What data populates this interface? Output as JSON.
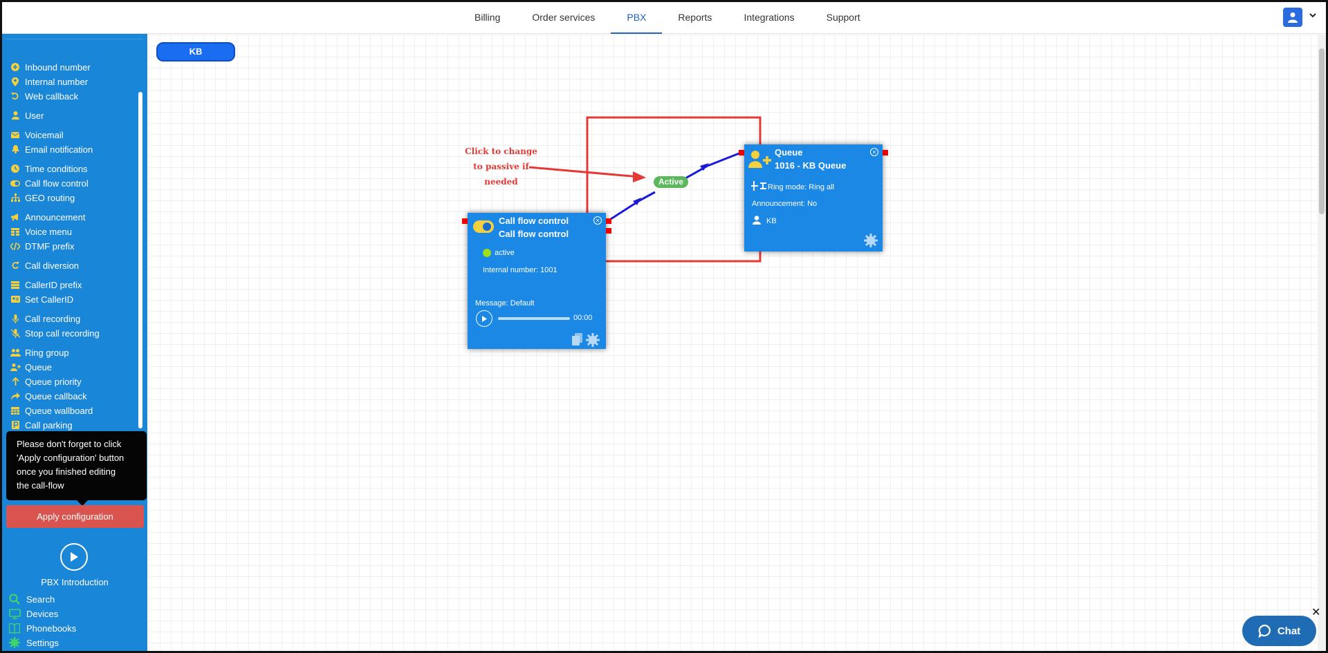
{
  "nav": {
    "items": [
      {
        "label": "Billing",
        "active": false
      },
      {
        "label": "Order services",
        "active": false
      },
      {
        "label": "PBX",
        "active": true
      },
      {
        "label": "Reports",
        "active": false
      },
      {
        "label": "Integrations",
        "active": false
      },
      {
        "label": "Support",
        "active": false
      }
    ],
    "user_icon": "user-icon",
    "menu_chevron": "chevron-down-icon"
  },
  "sidebar": {
    "items": [
      {
        "label": "Inbound number",
        "icon": "plus-circle-icon"
      },
      {
        "label": "Internal number",
        "icon": "map-pin-icon"
      },
      {
        "label": "Web callback",
        "icon": "undo-icon"
      },
      {
        "label": "User",
        "icon": "user-icon"
      },
      {
        "label": "Voicemail",
        "icon": "envelope-icon"
      },
      {
        "label": "Email notification",
        "icon": "bell-icon"
      },
      {
        "label": "Time conditions",
        "icon": "clock-icon"
      },
      {
        "label": "Call flow control",
        "icon": "toggle-icon"
      },
      {
        "label": "GEO routing",
        "icon": "sitemap-icon"
      },
      {
        "label": "Announcement",
        "icon": "megaphone-icon"
      },
      {
        "label": "Voice menu",
        "icon": "grid-icon"
      },
      {
        "label": "DTMF prefix",
        "icon": "code-icon"
      },
      {
        "label": "Call diversion",
        "icon": "redo-icon"
      },
      {
        "label": "CallerID prefix",
        "icon": "list-icon"
      },
      {
        "label": "Set CallerID",
        "icon": "id-card-icon"
      },
      {
        "label": "Call recording",
        "icon": "microphone-icon"
      },
      {
        "label": "Stop call recording",
        "icon": "microphone-slash-icon"
      },
      {
        "label": "Ring group",
        "icon": "users-icon"
      },
      {
        "label": "Queue",
        "icon": "user-plus-icon"
      },
      {
        "label": "Queue priority",
        "icon": "arrow-up-icon"
      },
      {
        "label": "Queue callback",
        "icon": "share-icon"
      },
      {
        "label": "Queue wallboard",
        "icon": "table-icon"
      },
      {
        "label": "Call parking",
        "icon": "parking-icon"
      }
    ],
    "tooltip": [
      "Please don't forget to click",
      "'Apply configuration' button",
      "once you finished editing",
      "the call-flow"
    ],
    "apply_label": "Apply configuration",
    "intro_label": "PBX Introduction",
    "bottom_items": [
      {
        "label": "Search",
        "icon": "search-icon"
      },
      {
        "label": "Devices",
        "icon": "monitor-icon"
      },
      {
        "label": "Phonebooks",
        "icon": "book-icon"
      },
      {
        "label": "Settings",
        "icon": "gear-icon"
      }
    ],
    "accent": "#f4d03f",
    "bottom_icon_color": "#3fd36b"
  },
  "canvas": {
    "tab_label": "KB",
    "annotation": [
      "Click to change",
      "to passive if",
      "needed"
    ],
    "active_badge": "Active",
    "cfc_node": {
      "title1": "Call flow control",
      "title2": "Call flow control",
      "status": "active",
      "internal": "Internal number: 1001",
      "message": "Message: Default",
      "time": "00:00",
      "progress": 0.0
    },
    "queue_node": {
      "title1": "Queue",
      "title2": "1016 - KB Queue",
      "ring": "Ring mode: Ring all",
      "announcement": "Announcement: No",
      "member": "KB"
    }
  },
  "chat": {
    "label": "Chat",
    "close": "✕"
  },
  "colors": {
    "brand": "#1a86d8",
    "node": "#1a88e4",
    "apply": "#d9534f",
    "active_badge": "#5cb85c",
    "highlight": "#e53935",
    "link": "#1a1ad6"
  }
}
